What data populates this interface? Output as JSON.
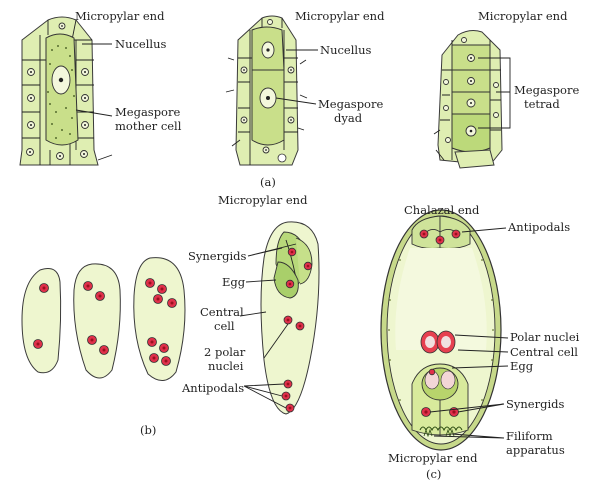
{
  "panels": {
    "a": {
      "label": "(a)",
      "stage1": {
        "title": "Micropylar end",
        "nucellus": "Nucellus",
        "mmc_line1": "Megaspore",
        "mmc_line2": "mother cell"
      },
      "stage2": {
        "title": "Micropylar end",
        "nucellus": "Nucellus",
        "dyad_line1": "Megaspore",
        "dyad_line2": "dyad"
      },
      "stage3": {
        "title": "Micropylar end",
        "tetrad_line1": "Megaspore",
        "tetrad_line2": "tetrad"
      }
    },
    "b": {
      "label": "(b)",
      "title": "Micropylar end",
      "synergids": "Synergids",
      "egg": "Egg",
      "central_line1": "Central",
      "central_line2": "cell",
      "polar_line1": "2 polar",
      "polar_line2": "nuclei",
      "antipodals": "Antipodals"
    },
    "c": {
      "label": "(c)",
      "chalazal": "Chalazal end",
      "antipodals": "Antipodals",
      "polar_nuclei": "Polar nuclei",
      "central_cell": "Central cell",
      "egg": "Egg",
      "synergids": "Synergids",
      "filiform_line1": "Filiform",
      "filiform_line2": "apparatus",
      "micropylar": "Micropylar end"
    }
  },
  "colors": {
    "cell_fill": "#dfeeb2",
    "nucleus_red": "#e0304a",
    "outline": "#3a3a3a"
  }
}
